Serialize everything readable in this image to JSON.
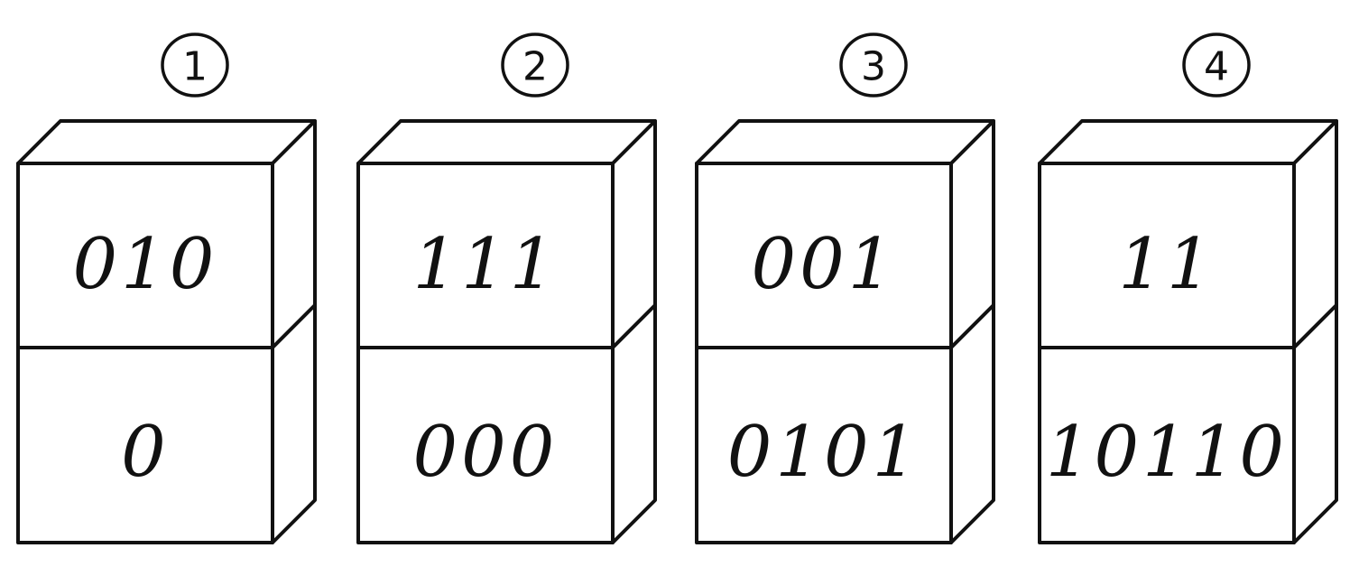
{
  "stacks": [
    {
      "number": "1",
      "top": "010",
      "bottom": "0"
    },
    {
      "number": "2",
      "top": "111",
      "bottom": "000"
    },
    {
      "number": "3",
      "top": "001",
      "bottom": "0101"
    },
    {
      "number": "4",
      "top": "11",
      "bottom": "10110"
    }
  ]
}
